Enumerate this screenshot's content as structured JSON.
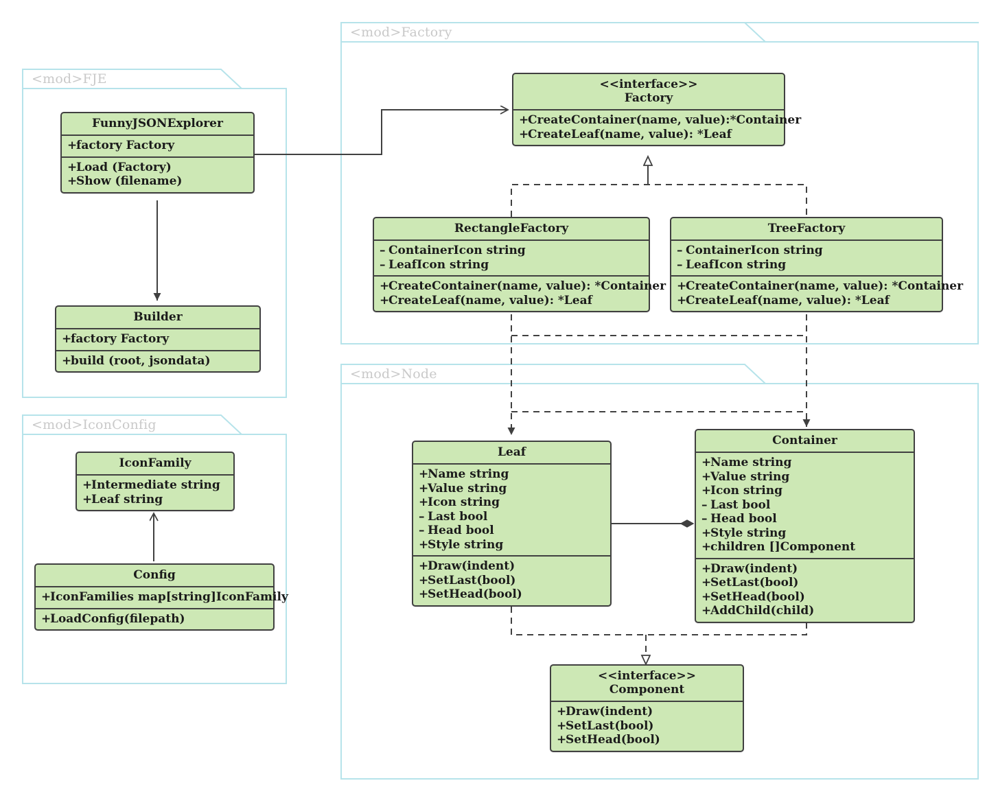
{
  "diagram": {
    "kind": "uml-class-diagram",
    "colors": {
      "class_fill": "#cde8b5",
      "class_border": "#404040",
      "package_border": "#b6e3ea",
      "package_label": "#c9c9c9",
      "connector": "#404040",
      "background": "#ffffff"
    }
  },
  "packages": [
    {
      "id": "fje",
      "label": "<mod>FJE"
    },
    {
      "id": "iconconfig",
      "label": "<mod>IconConfig"
    },
    {
      "id": "factory",
      "label": "<mod>Factory"
    },
    {
      "id": "node",
      "label": "<mod>Node"
    }
  ],
  "classes": {
    "funnyjsonexplorer": {
      "name": "FunnyJSONExplorer",
      "stereotype": "",
      "attributes": [
        {
          "vis": "+",
          "text": "factory Factory"
        }
      ],
      "methods": [
        {
          "vis": "+",
          "text": "Load (Factory)"
        },
        {
          "vis": "+",
          "text": "Show (filename)"
        }
      ]
    },
    "builder": {
      "name": "Builder",
      "stereotype": "",
      "attributes": [
        {
          "vis": "+",
          "text": "factory Factory"
        }
      ],
      "methods": [
        {
          "vis": "+",
          "text": "build (root, jsondata)"
        }
      ]
    },
    "iconfamily": {
      "name": "IconFamily",
      "stereotype": "",
      "attributes": [
        {
          "vis": "+",
          "text": "Intermediate string"
        },
        {
          "vis": "+",
          "text": "Leaf string"
        }
      ],
      "methods": []
    },
    "config": {
      "name": "Config",
      "stereotype": "",
      "attributes": [
        {
          "vis": "+",
          "text": "IconFamilies map[string]IconFamily"
        }
      ],
      "methods": [
        {
          "vis": "+",
          "text": "LoadConfig(filepath)"
        }
      ]
    },
    "factory": {
      "name": "Factory",
      "stereotype": "<<interface>>",
      "attributes": [],
      "methods": [
        {
          "vis": "+",
          "text": "CreateContainer(name, value):*Container"
        },
        {
          "vis": "+",
          "text": "CreateLeaf(name, value): *Leaf"
        }
      ]
    },
    "rectanglefactory": {
      "name": "RectangleFactory",
      "stereotype": "",
      "attributes": [
        {
          "vis": "-",
          "text": "ContainerIcon string"
        },
        {
          "vis": "-",
          "text": "LeafIcon string"
        }
      ],
      "methods": [
        {
          "vis": "+",
          "text": "CreateContainer(name, value): *Container"
        },
        {
          "vis": "+",
          "text": "CreateLeaf(name, value): *Leaf"
        }
      ]
    },
    "treefactory": {
      "name": "TreeFactory",
      "stereotype": "",
      "attributes": [
        {
          "vis": "-",
          "text": "ContainerIcon string"
        },
        {
          "vis": "-",
          "text": "LeafIcon string"
        }
      ],
      "methods": [
        {
          "vis": "+",
          "text": "CreateContainer(name, value): *Container"
        },
        {
          "vis": "+",
          "text": "CreateLeaf(name, value): *Leaf"
        }
      ]
    },
    "leaf": {
      "name": "Leaf",
      "stereotype": "",
      "attributes": [
        {
          "vis": "+",
          "text": "Name string"
        },
        {
          "vis": "+",
          "text": "Value string"
        },
        {
          "vis": "+",
          "text": "Icon string"
        },
        {
          "vis": "-",
          "text": "Last bool"
        },
        {
          "vis": "-",
          "text": "Head bool"
        },
        {
          "vis": "+",
          "text": "Style string"
        }
      ],
      "methods": [
        {
          "vis": "+",
          "text": "Draw(indent)"
        },
        {
          "vis": "+",
          "text": "SetLast(bool)"
        },
        {
          "vis": "+",
          "text": "SetHead(bool)"
        }
      ]
    },
    "container": {
      "name": "Container",
      "stereotype": "",
      "attributes": [
        {
          "vis": "+",
          "text": "Name string"
        },
        {
          "vis": "+",
          "text": "Value string"
        },
        {
          "vis": "+",
          "text": "Icon string"
        },
        {
          "vis": "-",
          "text": "Last bool"
        },
        {
          "vis": "-",
          "text": "Head bool"
        },
        {
          "vis": "+",
          "text": "Style string"
        },
        {
          "vis": "+",
          "text": "children []Component"
        }
      ],
      "methods": [
        {
          "vis": "+",
          "text": "Draw(indent)"
        },
        {
          "vis": "+",
          "text": "SetLast(bool)"
        },
        {
          "vis": "+",
          "text": "SetHead(bool)"
        },
        {
          "vis": "+",
          "text": "AddChild(child)"
        }
      ]
    },
    "component": {
      "name": "Component",
      "stereotype": "<<interface>>",
      "attributes": [],
      "methods": [
        {
          "vis": "+",
          "text": "Draw(indent)"
        },
        {
          "vis": "+",
          "text": "SetLast(bool)"
        },
        {
          "vis": "+",
          "text": "SetHead(bool)"
        }
      ]
    }
  },
  "relations": [
    {
      "id": "fje-factory",
      "from": "funnyjsonexplorer",
      "to": "factory",
      "type": "association"
    },
    {
      "id": "fje-builder",
      "from": "funnyjsonexplorer",
      "to": "builder",
      "type": "association"
    },
    {
      "id": "config-iconfamily",
      "from": "config",
      "to": "iconfamily",
      "type": "association"
    },
    {
      "id": "rect-factory",
      "from": "rectanglefactory",
      "to": "factory",
      "type": "realization"
    },
    {
      "id": "tree-factory",
      "from": "treefactory",
      "to": "factory",
      "type": "realization"
    },
    {
      "id": "rect-leaf",
      "from": "rectanglefactory",
      "to": "leaf",
      "type": "dependency"
    },
    {
      "id": "rect-container",
      "from": "rectanglefactory",
      "to": "container",
      "type": "dependency"
    },
    {
      "id": "tree-leaf",
      "from": "treefactory",
      "to": "leaf",
      "type": "dependency"
    },
    {
      "id": "tree-container",
      "from": "treefactory",
      "to": "container",
      "type": "dependency"
    },
    {
      "id": "leaf-container",
      "from": "leaf",
      "to": "container",
      "type": "composition"
    },
    {
      "id": "leaf-component",
      "from": "leaf",
      "to": "component",
      "type": "realization"
    },
    {
      "id": "container-component",
      "from": "container",
      "to": "component",
      "type": "realization"
    }
  ]
}
